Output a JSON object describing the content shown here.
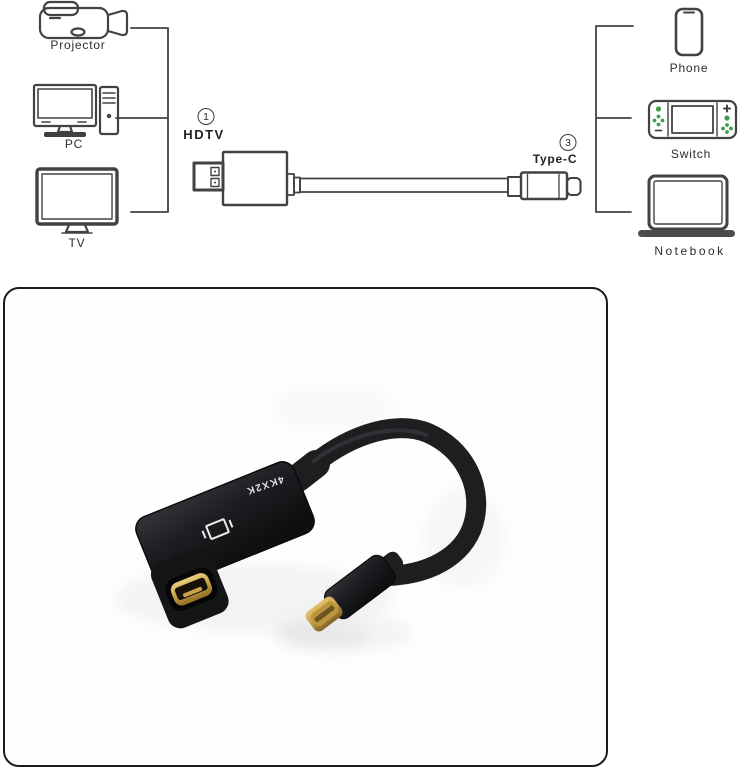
{
  "diagram": {
    "sources": [
      {
        "label": "Projector"
      },
      {
        "label": "PC"
      },
      {
        "label": "TV"
      }
    ],
    "left_connector": {
      "number": "1",
      "label": "HDTV"
    },
    "right_connector": {
      "number": "3",
      "label": "Type-C"
    },
    "targets": [
      {
        "label": "Phone"
      },
      {
        "label": "Switch"
      },
      {
        "label": "Notebook"
      }
    ]
  },
  "product": {
    "printed_text": "4KX2K"
  },
  "colors": {
    "line_art": "#424242",
    "label_text": "#2d2d2d",
    "switch_green": "#3f9e4d",
    "frame_border": "#1c1c1c",
    "adapter_body": "#1b1c1f",
    "connector_gold": "#c9a24a"
  }
}
